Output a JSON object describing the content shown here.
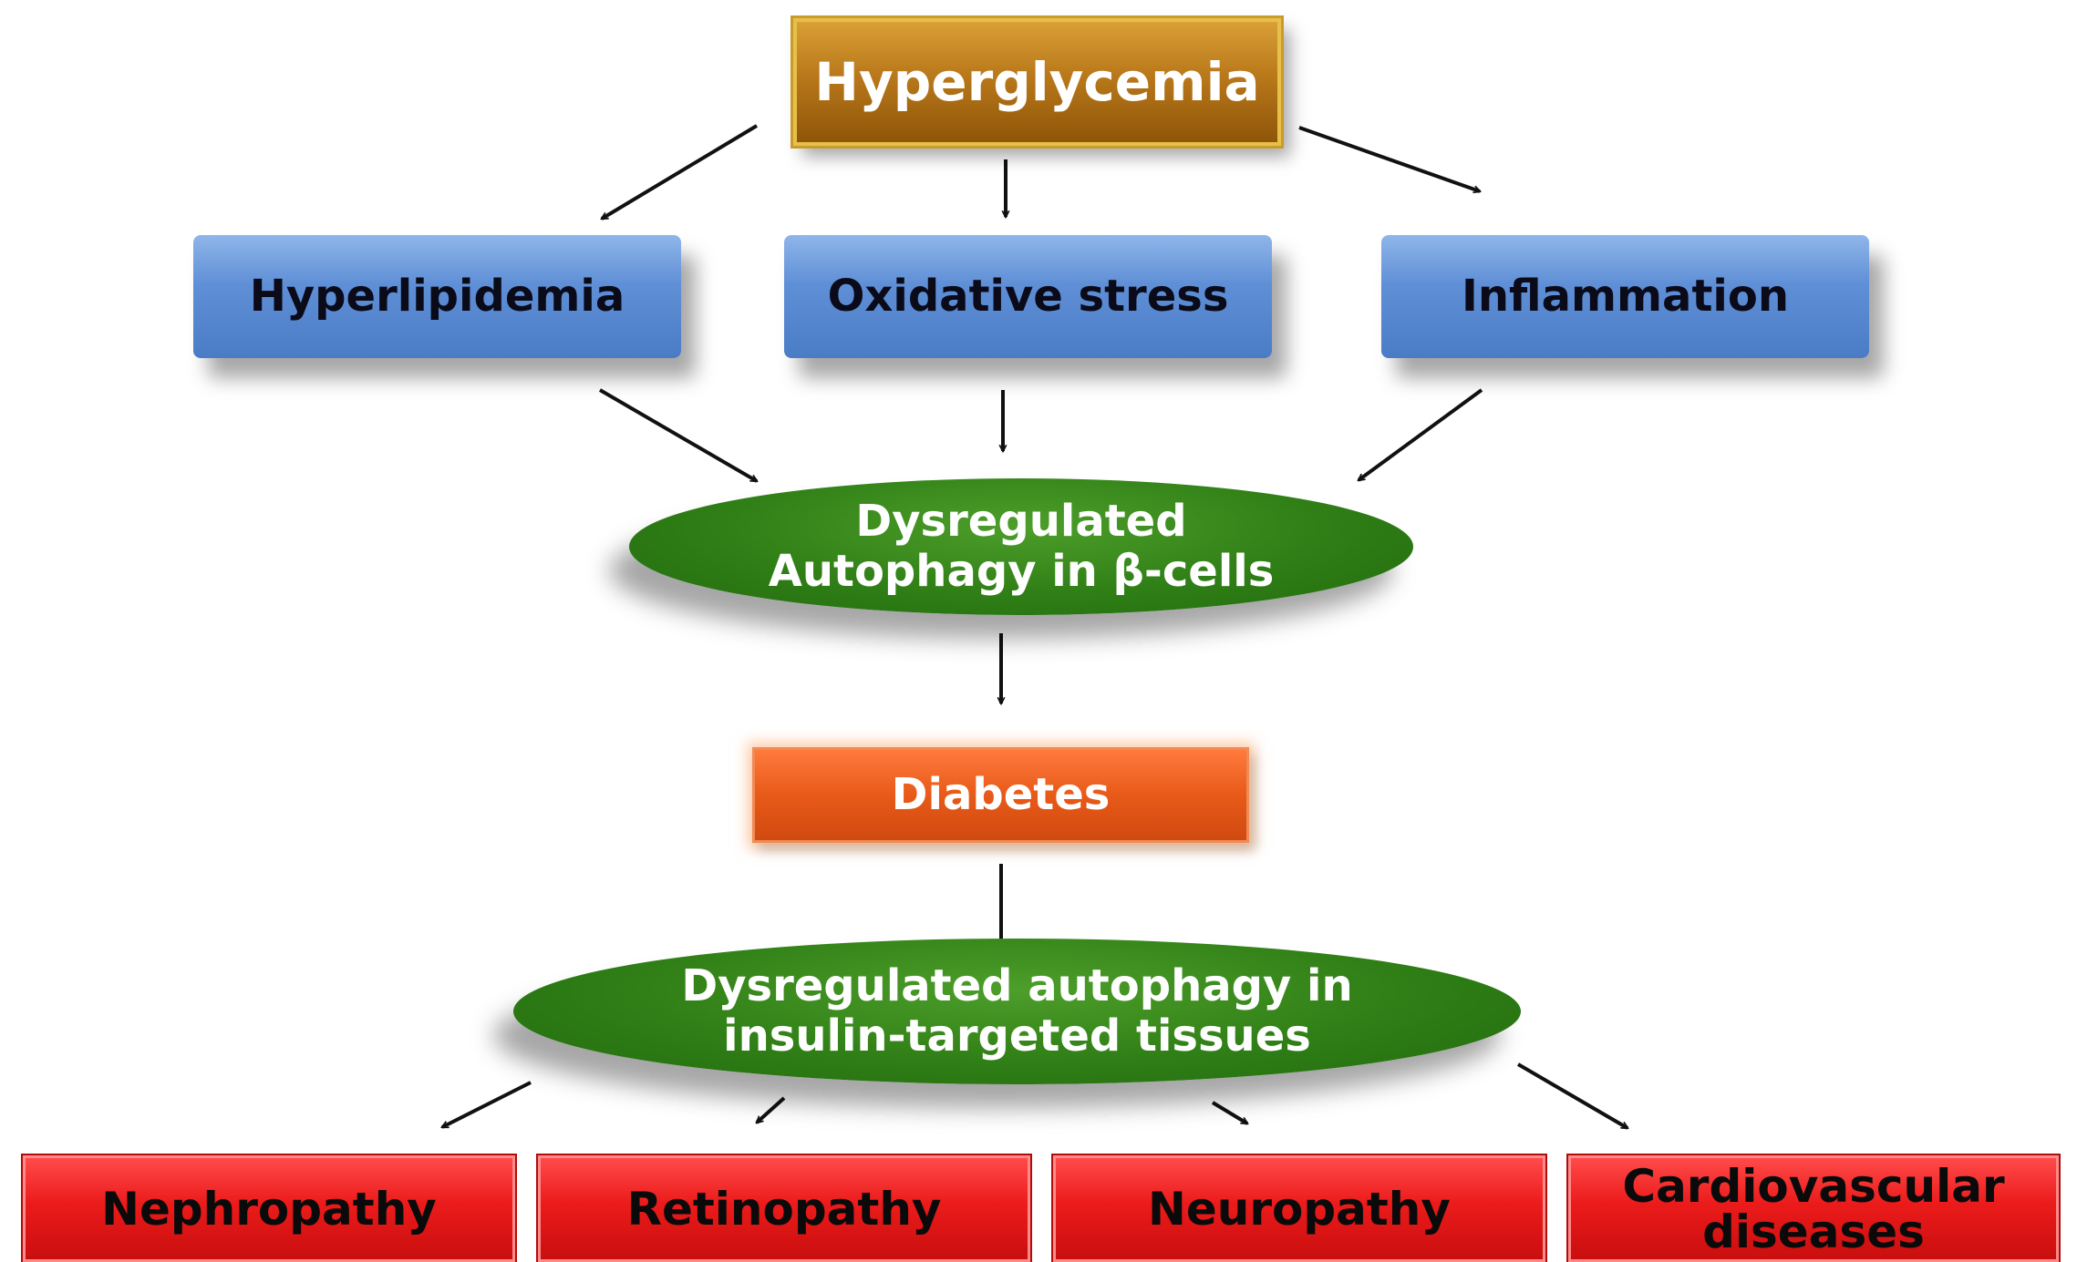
{
  "diagram": {
    "nodes": {
      "hyperglycemia": "Hyperglycemia",
      "hyperlipidemia": "Hyperlipidemia",
      "oxidative_stress": "Oxidative stress",
      "inflammation": "Inflammation",
      "beta_cells_line1": "Dysregulated",
      "beta_cells_line2": "Autophagy in β-cells",
      "diabetes": "Diabetes",
      "tissues_line1": "Dysregulated autophagy in",
      "tissues_line2": "insulin-targeted tissues",
      "nephropathy": "Nephropathy",
      "retinopathy": "Retinopathy",
      "neuropathy": "Neuropathy",
      "cardio_line1": "Cardiovascular",
      "cardio_line2": "diseases"
    },
    "colors": {
      "hyperglycemia_box": "#b9781a",
      "factor_box": "#5f8fd6",
      "autophagy_ellipse": "#2f7e16",
      "diabetes_box": "#e85a18",
      "complication_box": "#ec1b1b",
      "arrow": "#111111"
    },
    "edges": [
      [
        "hyperglycemia",
        "hyperlipidemia"
      ],
      [
        "hyperglycemia",
        "oxidative_stress"
      ],
      [
        "hyperglycemia",
        "inflammation"
      ],
      [
        "hyperlipidemia",
        "beta_cells"
      ],
      [
        "oxidative_stress",
        "beta_cells"
      ],
      [
        "inflammation",
        "beta_cells"
      ],
      [
        "beta_cells",
        "diabetes"
      ],
      [
        "diabetes",
        "tissues"
      ],
      [
        "tissues",
        "nephropathy"
      ],
      [
        "tissues",
        "retinopathy"
      ],
      [
        "tissues",
        "neuropathy"
      ],
      [
        "tissues",
        "cardio"
      ]
    ]
  }
}
